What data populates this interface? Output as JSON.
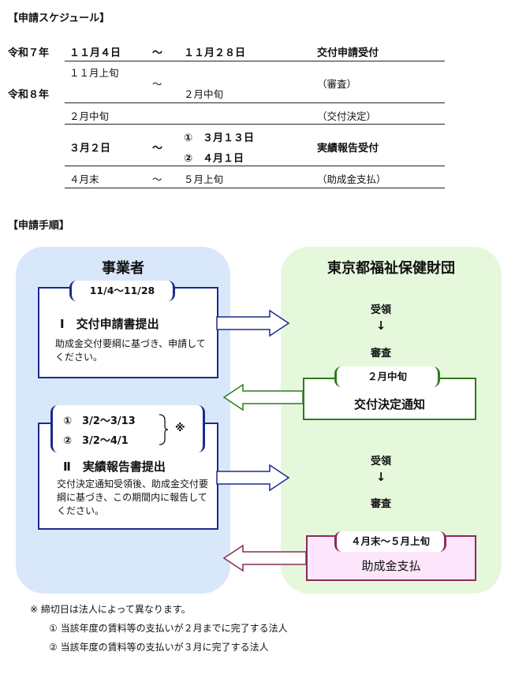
{
  "schedule": {
    "heading": "【申請スケジュール】",
    "year1": "令和７年",
    "year2": "令和８年",
    "rows": [
      {
        "start": "１１月４日",
        "tilde": "～",
        "end": "１１月２８日",
        "event": "交付申請受付"
      },
      {
        "start": "１１月上旬",
        "tilde": "～",
        "end": "２月中旬",
        "event": "（審査）"
      },
      {
        "start": "２月中旬",
        "event": "（交付決定）"
      },
      {
        "start": "３月２日",
        "tilde": "～",
        "end1": "①　３月１３日",
        "end2": "②　４月１日",
        "event": "実績報告受付"
      },
      {
        "start": "４月末",
        "tilde": "～",
        "end": "５月上旬",
        "event": "（助成金支払）"
      }
    ]
  },
  "procedure": {
    "heading": "【申請手順】",
    "left_title": "事業者",
    "right_title": "東京都福祉保健財団",
    "box1": {
      "period": "11/4～11/28",
      "title": "Ⅰ　交付申請書提出",
      "desc": "助成金交付要綱に基づき、申請してください。"
    },
    "box2": {
      "period1": "①　3/2～3/13",
      "period2": "②　3/2～4/1",
      "mark": "※",
      "title": "Ⅱ　実績報告書提出",
      "desc": "交付決定通知受領後、助成金交付要綱に基づき、この期間内に報告してください。"
    },
    "flow1": {
      "receive": "受領",
      "arrow": "↓",
      "review": "審査"
    },
    "notice_box": {
      "period": "２月中旬",
      "title": "交付決定通知"
    },
    "flow2": {
      "receive": "受領",
      "arrow": "↓",
      "review": "審査"
    },
    "payment_box": {
      "period": "４月末～５月上旬",
      "title": "助成金支払"
    },
    "colors": {
      "left_bg": "#d9e7fa",
      "right_bg": "#e6f8dc",
      "blue": "#1a2b8c",
      "green": "#2e7a1e",
      "pink": "#8a2a5a"
    }
  },
  "notes": {
    "main": "※  締切日は法人によって異なります。",
    "item1": "①  当該年度の賃料等の支払いが２月までに完了する法人",
    "item2": "②  当該年度の賃料等の支払いが３月に完了する法人"
  }
}
